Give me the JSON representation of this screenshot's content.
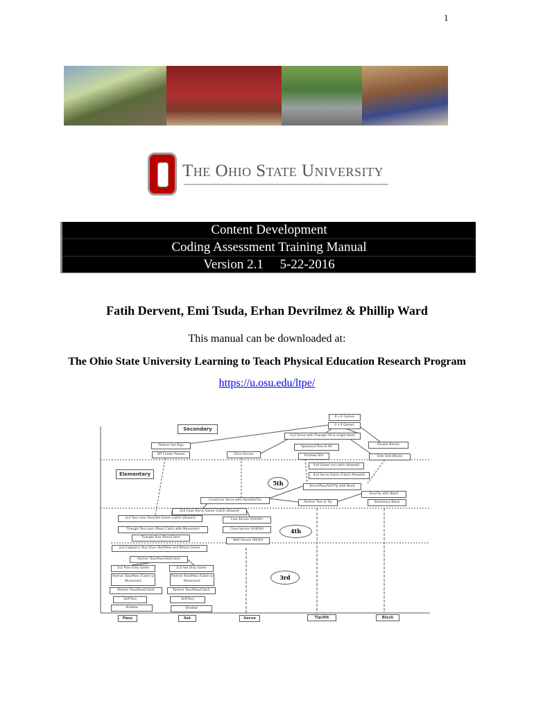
{
  "page_number": "1",
  "photos": [
    "volleyball-kneeling-group",
    "volleyball-bumping-gym",
    "netball-outdoor-court",
    "basketball-girls"
  ],
  "logo": {
    "text": "The Ohio State University",
    "color": "#bb0000"
  },
  "title": {
    "line1": "Content Development",
    "line2": "Coding Assessment Training Manual",
    "line3": "Version 2.1     5-22-2016"
  },
  "authors": "Fatih Dervent, Emi Tsuda, Erhan Devrilmez & Phillip Ward",
  "download_text": "This manual can be downloaded at:",
  "program": "The Ohio State University Learning to Teach Physical Education Research Program",
  "link": "https://u.osu.edu/ltpe/",
  "diagram": {
    "boxes": [
      "6 v 6 Games",
      "4 v 4 Games",
      "1v3 Serve with Triangle Hit & single block",
      "Double Blocks",
      "Approach/Toss & Hit",
      "Shadow Hits",
      "Side Side Blocks",
      "4v4 Game (no catch allowed)",
      "4v4 Serve Game (Catch Allowed)",
      "Serve/Pass/Set/Tip with Block",
      "Toss/Tip with Block",
      "Partner Toss & Tip",
      "Stationary Block",
      "Secondary",
      "Partner Set Digs",
      "Off Center Passes",
      "Zone Serves",
      "Elementary",
      "Cone/Line Serve with Pass/Set/Tip",
      "3v3 Cone Serve Game (catch allowed)",
      "3v3 Toss over Pass/Set Game (catch allowed)",
      "Line Serves (OH/UH)",
      "Triangle Toss over /Pass/ Catch with Movement",
      "Cone Serves (UH/OH)",
      "Triangle Toss /Pass/Catch",
      "Wall Serves UH/OH",
      "2v2 Captain's Toss Over /Set/Pass and Return Game",
      "Partner Toss/Pass/Set/Catch",
      "2v2 Pass Only Game",
      "2v2 Set Only Game",
      "Partner Toss/Pass /Catch w Movement",
      "Partner Toss/Pass /Catch w Movement",
      "Partner Toss/Pass/Catch",
      "Partner Toss/Pass/Catch",
      "Self-Toss",
      "Self-Toss",
      "Shadow",
      "Shadow",
      "Pass",
      "Set",
      "Serve",
      "Tip/Hit",
      "Block"
    ],
    "grades": [
      "5th",
      "4th",
      "3rd"
    ]
  }
}
